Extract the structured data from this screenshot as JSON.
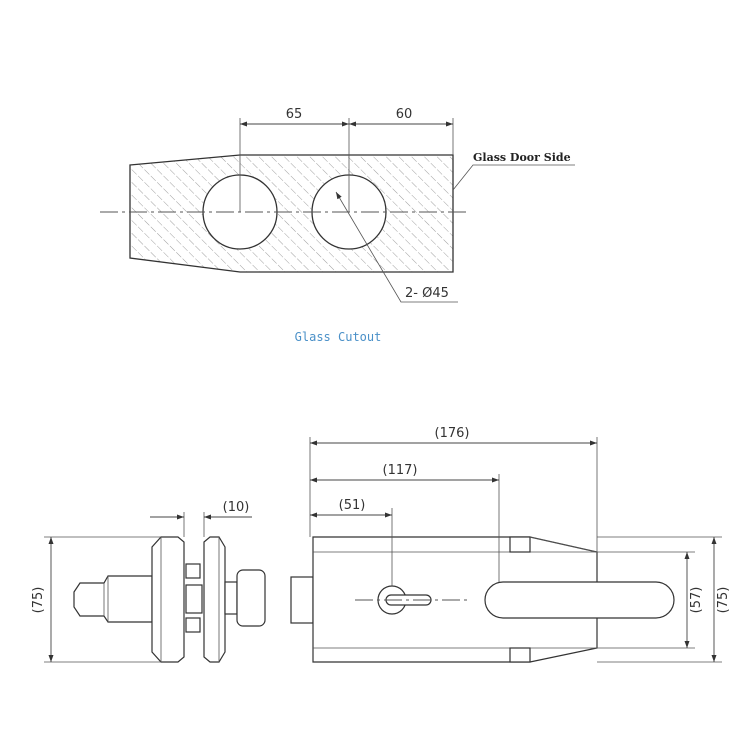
{
  "cutout": {
    "dim_left": "65",
    "dim_right": "60",
    "side_label": "Glass Door Side",
    "hole_label": "2- Ø45",
    "caption": "Glass Cutout"
  },
  "side_view": {
    "width_dim": "(10)",
    "height_dim": "(75)"
  },
  "front_view": {
    "overall_length": "(176)",
    "slot_end": "(117)",
    "lock_center": "(51)",
    "slot_height": "(57)",
    "overall_height": "(75)"
  },
  "colors": {
    "caption": "#4a90c8",
    "line": "#333333"
  }
}
